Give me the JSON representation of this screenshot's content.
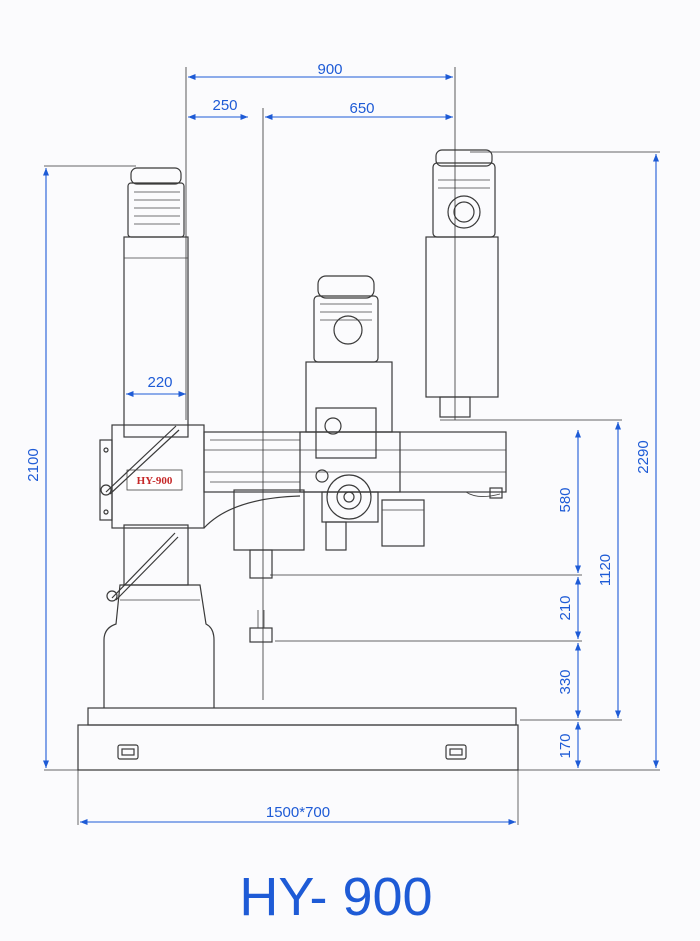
{
  "model": "HY- 900",
  "plate_label": "HY-900",
  "dimensions": {
    "top_total": "900",
    "top_left": "250",
    "top_right": "650",
    "column_diameter": "220",
    "overall_height_left": "2100",
    "overall_height_right": "2290",
    "spindle_travel": "580",
    "arm_range": "1120",
    "gap_mid": "210",
    "gap_low": "330",
    "base_height": "170",
    "base_size": "1500*700"
  },
  "colors": {
    "dimension": "#1e5bd6",
    "machine": "#3a3a3a",
    "plate_text": "#c62828"
  }
}
